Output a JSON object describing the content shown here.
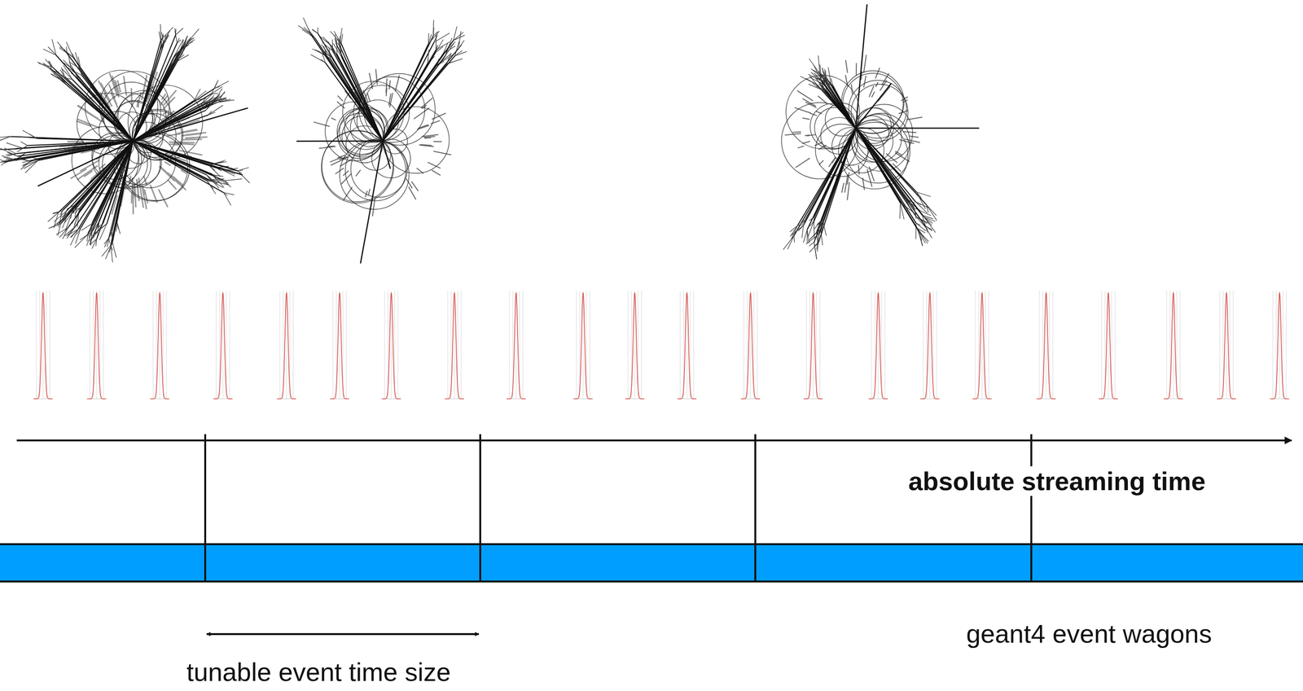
{
  "diagram": {
    "labels": [
      "absolute streaming time",
      "tunable event time size",
      "geant4 event wagons"
    ]
  }
}
